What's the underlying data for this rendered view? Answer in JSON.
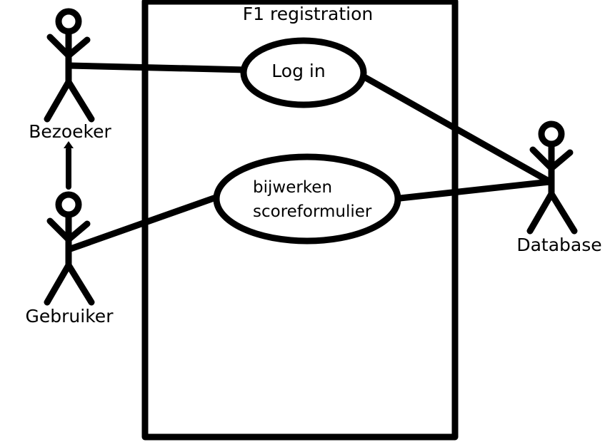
{
  "system": {
    "title": "F1 registration"
  },
  "actors": {
    "bezoeker": {
      "label": "Bezoeker"
    },
    "gebruiker": {
      "label": "Gebruiker"
    },
    "database": {
      "label": "Database"
    }
  },
  "use_cases": {
    "login": {
      "label": "Log in"
    },
    "bijwerken": {
      "line1": "bijwerken",
      "line2": "scoreformulier"
    }
  },
  "relations": [
    {
      "from": "Gebruiker",
      "to": "Bezoeker",
      "type": "generalization"
    },
    {
      "from": "Bezoeker",
      "to": "Log in",
      "type": "association"
    },
    {
      "from": "Gebruiker",
      "to": "bijwerken scoreformulier",
      "type": "association"
    },
    {
      "from": "Log in",
      "to": "Database",
      "type": "association"
    },
    {
      "from": "bijwerken scoreformulier",
      "to": "Database",
      "type": "association"
    }
  ]
}
